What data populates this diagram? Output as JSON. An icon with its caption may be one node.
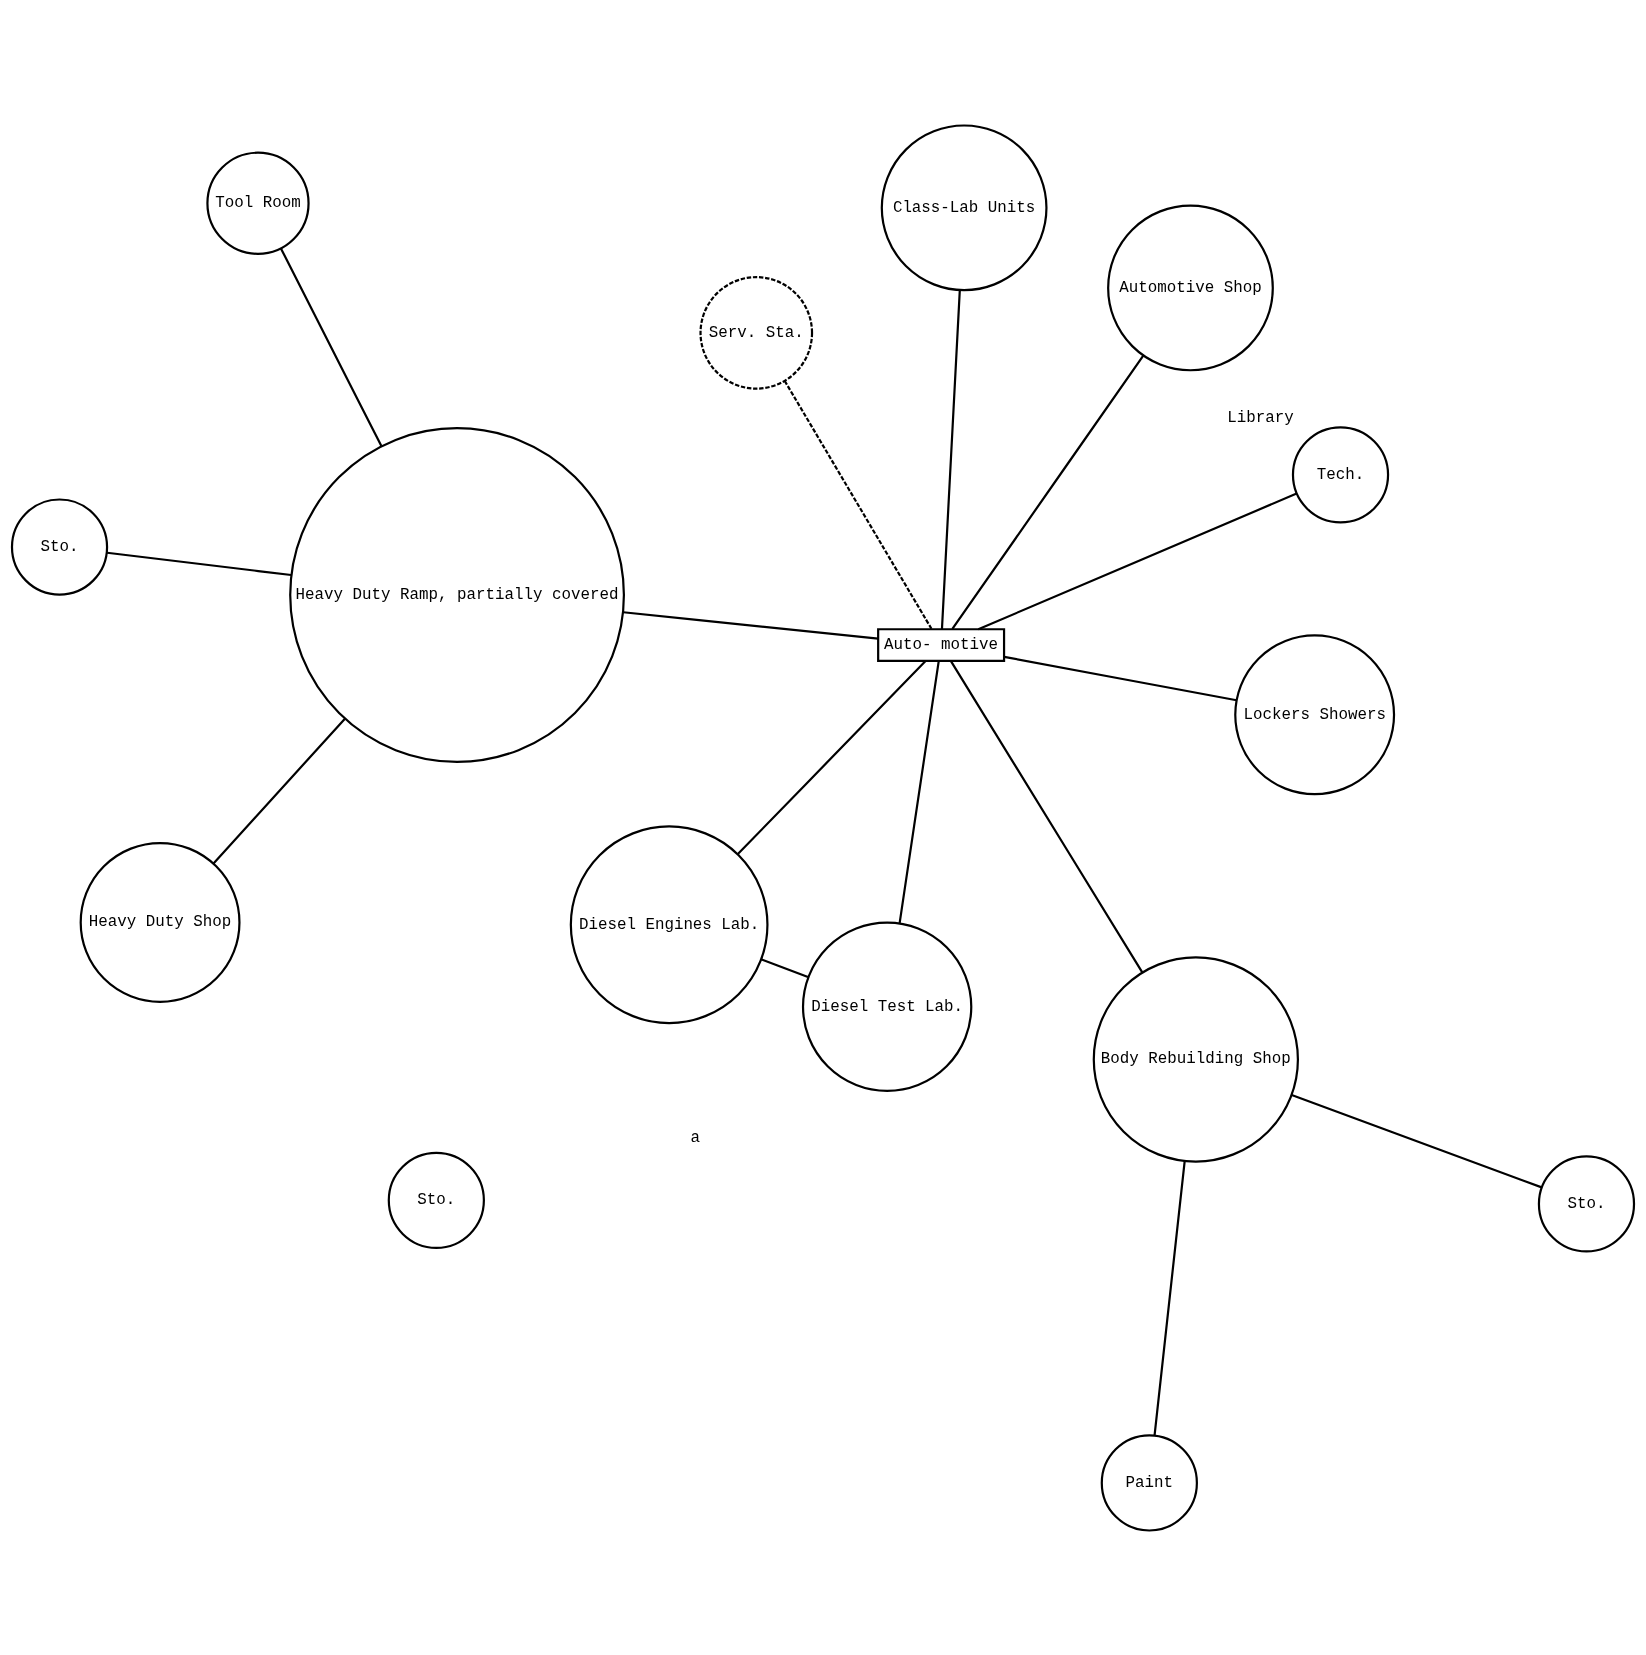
{
  "diagram": {
    "nodes": [
      {
        "text": [
          "Sto."
        ]
      },
      {
        "text": [
          "Heavy Duty Ramp, partially covered"
        ]
      },
      {
        "text": [
          "Heavy Duty Shop"
        ]
      },
      {
        "text": [
          "Serv. Sta."
        ]
      },
      {
        "text": [
          "Sto."
        ]
      },
      {
        "text": [
          "Automotive Shop"
        ]
      },
      {
        "text": [
          "Tool Room"
        ]
      },
      {
        "text": [
          "Diesel Engines Lab."
        ]
      },
      {
        "text": [
          "Lockers Showers"
        ]
      },
      {
        "text": [
          "Auto- motive"
        ]
      },
      {
        "text": [
          "Diesel Test Lab."
        ]
      },
      {
        "text": [
          "Sto."
        ]
      },
      {
        "text": [
          "Paint"
        ]
      },
      {
        "text": [
          "Body Rebuilding Shop"
        ]
      },
      {
        "text": [
          "Tech."
        ],
        "beside": [
          "Library"
        ]
      },
      {
        "text": [
          "Class-Lab Units"
        ]
      }
    ],
    "edges": [
      {
        "from": 0,
        "to": 1,
        "arrow": "none"
      },
      {
        "from": 2,
        "to": 1,
        "arrow": "none"
      },
      {
        "from": 1,
        "to": 6,
        "arrow": "none"
      },
      {
        "from": 1,
        "to": 9,
        "arrow": "none"
      },
      {
        "from": 3,
        "to": 9,
        "arrow": "none",
        "style": "dashed"
      },
      {
        "from": 5,
        "to": 9,
        "arrow": "none"
      },
      {
        "from": 8,
        "to": 9,
        "arrow": "none"
      },
      {
        "from": 9,
        "to": 7,
        "arrow": "none"
      },
      {
        "from": 9,
        "to": 10,
        "arrow": "none"
      },
      {
        "from": 7,
        "to": 10,
        "arrow": "none"
      },
      {
        "from": 9,
        "to": 13,
        "arrow": "none"
      },
      {
        "from": 11,
        "to": 13,
        "arrow": "none"
      },
      {
        "from": 12,
        "to": 13,
        "arrow": "none"
      },
      {
        "from": 9,
        "to": 14,
        "arrow": "none"
      },
      {
        "from": 9,
        "to": 15,
        "arrow": "none"
      }
    ],
    "labels": [
      "a"
    ]
  }
}
